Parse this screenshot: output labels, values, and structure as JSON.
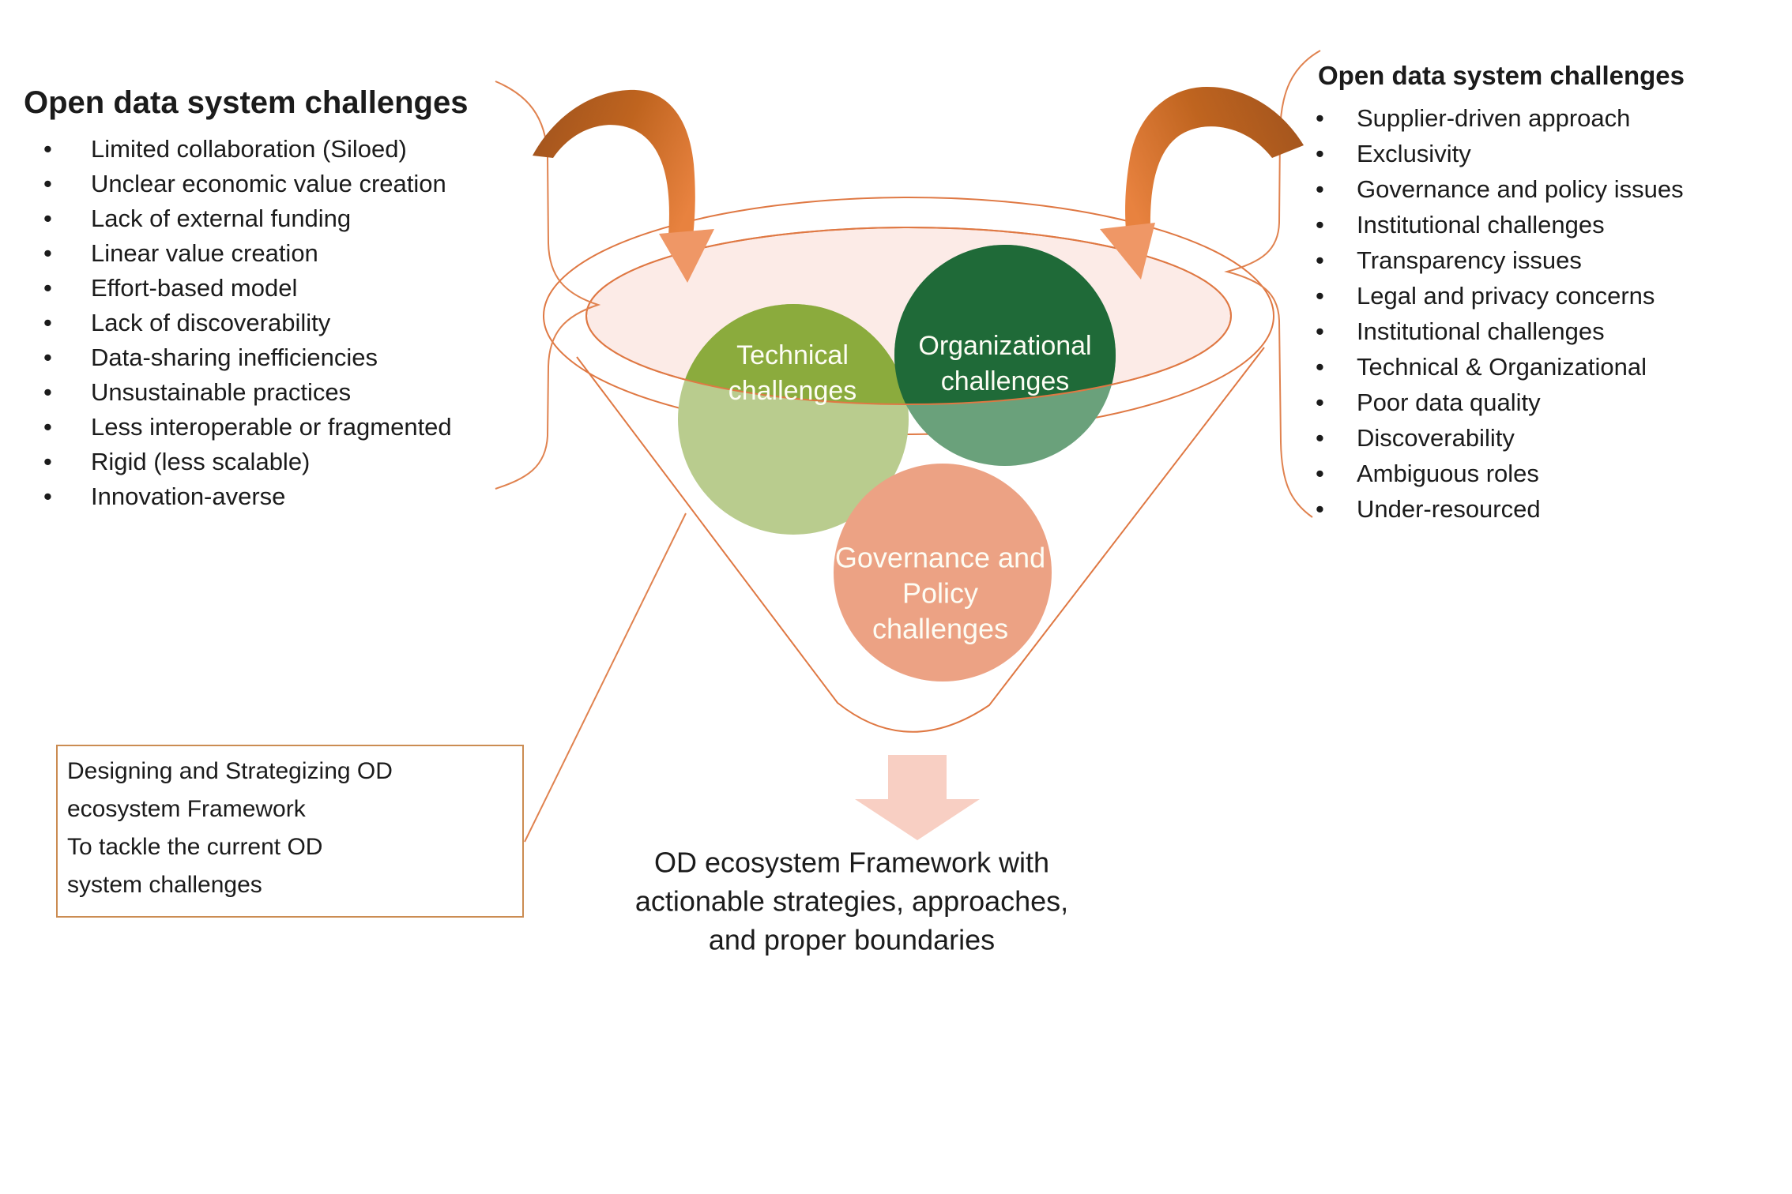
{
  "left_panel": {
    "heading": "Open data system challenges",
    "items": [
      "Limited collaboration (Siloed)",
      "Unclear economic value creation",
      "Lack of external funding",
      "Linear value creation",
      "Effort-based model",
      "Lack of discoverability",
      "Data-sharing inefficiencies",
      "Unsustainable practices",
      "Less interoperable or fragmented",
      "Rigid (less scalable)",
      "Innovation-averse"
    ]
  },
  "right_panel": {
    "heading": "Open data system challenges",
    "items": [
      "Supplier-driven approach",
      "Exclusivity",
      "Governance and policy issues",
      "Institutional challenges",
      "Transparency issues",
      "Legal and privacy concerns",
      "Institutional challenges",
      "Technical & Organizational",
      "Poor data quality",
      "Discoverability",
      "Ambiguous roles",
      "Under-resourced"
    ]
  },
  "funnel": {
    "technical": {
      "line1": "Technical",
      "line2": "challenges"
    },
    "organizational": {
      "line1": "Organizational",
      "line2": "challenges"
    },
    "governance": {
      "line1": "Governance and",
      "line2": "Policy",
      "line3": "challenges"
    }
  },
  "strategy_box": {
    "line1": "Designing and Strategizing OD",
    "line2": "ecosystem Framework",
    "line3": "To tackle the current OD",
    "line4": "system challenges"
  },
  "output": {
    "line1": "OD ecosystem Framework with",
    "line2": "actionable strategies, approaches,",
    "line3": "and proper boundaries"
  },
  "colors": {
    "technical_full": "#8bab3d",
    "technical_pale": "#b9cc8e",
    "organizational_full": "#1f6a38",
    "organizational_pale": "#6aa17b",
    "governance": "#eca284",
    "funnel_fill": "#fcebe7",
    "funnel_stroke": "#df7843",
    "thin_line": "#e0824f",
    "arrow_dark": "#a2541e",
    "arrow_mid": "#bf641f",
    "arrow_light_end": "#e8823f",
    "arrow_head": "#ef9766",
    "down_arrow": "#f8cfc3",
    "box_border": "#cb8c52"
  }
}
